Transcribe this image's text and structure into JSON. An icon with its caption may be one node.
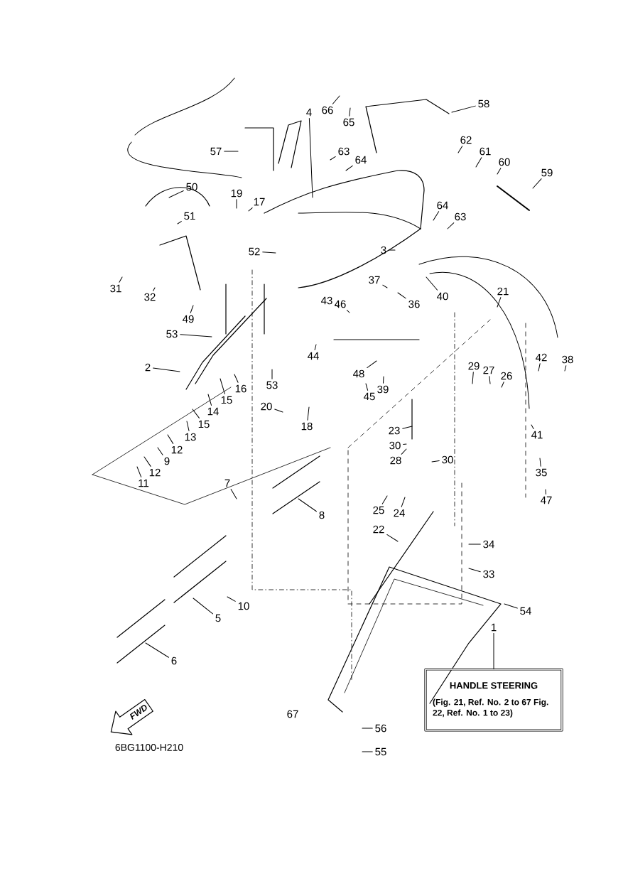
{
  "diagram": {
    "nodes": [
      {
        "text": [
          "HANDLE STEERING",
          "(Fig. 21, Ref. No. 2 to 67 Fig. 22, Ref. No. 1 to 23)"
        ]
      },
      {
        "text": [
          "1"
        ]
      },
      {
        "text": [
          "2"
        ]
      },
      {
        "text": [
          "3"
        ]
      },
      {
        "text": [
          "4"
        ]
      },
      {
        "text": [
          "5"
        ]
      },
      {
        "text": [
          "6"
        ]
      },
      {
        "text": [
          "7"
        ]
      },
      {
        "text": [
          "8"
        ]
      },
      {
        "text": [
          "9"
        ]
      },
      {
        "text": [
          "10"
        ]
      },
      {
        "text": [
          "11"
        ]
      },
      {
        "text": [
          "12"
        ]
      },
      {
        "text": [
          "12"
        ]
      },
      {
        "text": [
          "13"
        ]
      },
      {
        "text": [
          "14"
        ]
      },
      {
        "text": [
          "15"
        ]
      },
      {
        "text": [
          "15"
        ]
      },
      {
        "text": [
          "16"
        ]
      },
      {
        "text": [
          "17"
        ]
      },
      {
        "text": [
          "18"
        ]
      },
      {
        "text": [
          "19"
        ]
      },
      {
        "text": [
          "20"
        ]
      },
      {
        "text": [
          "21"
        ]
      },
      {
        "text": [
          "22"
        ]
      },
      {
        "text": [
          "23"
        ]
      },
      {
        "text": [
          "24"
        ]
      },
      {
        "text": [
          "25"
        ]
      },
      {
        "text": [
          "26"
        ]
      },
      {
        "text": [
          "27"
        ]
      },
      {
        "text": [
          "28"
        ]
      },
      {
        "text": [
          "29"
        ]
      },
      {
        "text": [
          "30"
        ]
      },
      {
        "text": [
          "30"
        ]
      },
      {
        "text": [
          "31"
        ]
      },
      {
        "text": [
          "32"
        ]
      },
      {
        "text": [
          "33"
        ]
      },
      {
        "text": [
          "34"
        ]
      },
      {
        "text": [
          "35"
        ]
      },
      {
        "text": [
          "36"
        ]
      },
      {
        "text": [
          "37"
        ]
      },
      {
        "text": [
          "38"
        ]
      },
      {
        "text": [
          "39"
        ]
      },
      {
        "text": [
          "40"
        ]
      },
      {
        "text": [
          "41"
        ]
      },
      {
        "text": [
          "42"
        ]
      },
      {
        "text": [
          "43"
        ]
      },
      {
        "text": [
          "44"
        ]
      },
      {
        "text": [
          "45"
        ]
      },
      {
        "text": [
          "46"
        ]
      },
      {
        "text": [
          "47"
        ]
      },
      {
        "text": [
          "48"
        ]
      },
      {
        "text": [
          "49"
        ]
      },
      {
        "text": [
          "50"
        ]
      },
      {
        "text": [
          "51"
        ]
      },
      {
        "text": [
          "52"
        ]
      },
      {
        "text": [
          "53"
        ]
      },
      {
        "text": [
          "53"
        ]
      },
      {
        "text": [
          "54"
        ]
      },
      {
        "text": [
          "55"
        ]
      },
      {
        "text": [
          "56"
        ]
      },
      {
        "text": [
          "57"
        ]
      },
      {
        "text": [
          "58"
        ]
      },
      {
        "text": [
          "59"
        ]
      },
      {
        "text": [
          "60"
        ]
      },
      {
        "text": [
          "61"
        ]
      },
      {
        "text": [
          "62"
        ]
      },
      {
        "text": [
          "63"
        ]
      },
      {
        "text": [
          "63"
        ]
      },
      {
        "text": [
          "64"
        ]
      },
      {
        "text": [
          "64"
        ]
      },
      {
        "text": [
          "65"
        ]
      },
      {
        "text": [
          "66"
        ]
      },
      {
        "text": [
          "67"
        ]
      }
    ],
    "edges": [
      {
        "from": 1,
        "to": 0,
        "arrow": "none"
      },
      {
        "from": 2,
        "to": null,
        "arrow": "none"
      },
      {
        "from": 3,
        "to": null,
        "arrow": "none"
      },
      {
        "from": 4,
        "to": null,
        "arrow": "none"
      },
      {
        "from": 5,
        "to": null,
        "arrow": "none"
      },
      {
        "from": 6,
        "to": null,
        "arrow": "none"
      },
      {
        "from": 7,
        "to": null,
        "arrow": "none"
      },
      {
        "from": 8,
        "to": null,
        "arrow": "none"
      },
      {
        "from": 9,
        "to": null,
        "arrow": "none"
      },
      {
        "from": 10,
        "to": null,
        "arrow": "none"
      },
      {
        "from": 11,
        "to": null,
        "arrow": "none"
      },
      {
        "from": 12,
        "to": null,
        "arrow": "none"
      },
      {
        "from": 13,
        "to": null,
        "arrow": "none"
      },
      {
        "from": 14,
        "to": null,
        "arrow": "none"
      },
      {
        "from": 15,
        "to": null,
        "arrow": "none"
      },
      {
        "from": 16,
        "to": null,
        "arrow": "none"
      },
      {
        "from": 17,
        "to": null,
        "arrow": "none"
      },
      {
        "from": 18,
        "to": null,
        "arrow": "none"
      },
      {
        "from": 19,
        "to": null,
        "arrow": "none"
      },
      {
        "from": 20,
        "to": null,
        "arrow": "none"
      },
      {
        "from": 21,
        "to": null,
        "arrow": "none"
      },
      {
        "from": 22,
        "to": null,
        "arrow": "none"
      },
      {
        "from": 23,
        "to": null,
        "arrow": "none"
      },
      {
        "from": 24,
        "to": null,
        "arrow": "none"
      },
      {
        "from": 25,
        "to": null,
        "arrow": "none"
      },
      {
        "from": 26,
        "to": null,
        "arrow": "none"
      },
      {
        "from": 27,
        "to": null,
        "arrow": "none"
      },
      {
        "from": 28,
        "to": null,
        "arrow": "none"
      },
      {
        "from": 29,
        "to": null,
        "arrow": "none"
      },
      {
        "from": 30,
        "to": null,
        "arrow": "none"
      },
      {
        "from": 31,
        "to": null,
        "arrow": "none"
      },
      {
        "from": 32,
        "to": null,
        "arrow": "none"
      },
      {
        "from": 33,
        "to": null,
        "arrow": "none"
      },
      {
        "from": 34,
        "to": null,
        "arrow": "none"
      },
      {
        "from": 35,
        "to": null,
        "arrow": "none"
      },
      {
        "from": 36,
        "to": null,
        "arrow": "none"
      },
      {
        "from": 37,
        "to": null,
        "arrow": "none"
      },
      {
        "from": 38,
        "to": null,
        "arrow": "none"
      },
      {
        "from": 39,
        "to": null,
        "arrow": "none"
      },
      {
        "from": 40,
        "to": null,
        "arrow": "none"
      },
      {
        "from": 41,
        "to": null,
        "arrow": "none"
      },
      {
        "from": 42,
        "to": null,
        "arrow": "none"
      },
      {
        "from": 43,
        "to": null,
        "arrow": "none"
      },
      {
        "from": 44,
        "to": null,
        "arrow": "none"
      },
      {
        "from": 45,
        "to": null,
        "arrow": "none"
      },
      {
        "from": 46,
        "to": null,
        "arrow": "none"
      },
      {
        "from": 47,
        "to": null,
        "arrow": "none"
      },
      {
        "from": 48,
        "to": null,
        "arrow": "none"
      },
      {
        "from": 49,
        "to": null,
        "arrow": "none"
      },
      {
        "from": 50,
        "to": null,
        "arrow": "none"
      },
      {
        "from": 51,
        "to": null,
        "arrow": "none"
      },
      {
        "from": 52,
        "to": null,
        "arrow": "none"
      },
      {
        "from": 53,
        "to": null,
        "arrow": "none"
      },
      {
        "from": 54,
        "to": null,
        "arrow": "none"
      },
      {
        "from": 55,
        "to": null,
        "arrow": "none"
      },
      {
        "from": 56,
        "to": null,
        "arrow": "none"
      },
      {
        "from": 57,
        "to": null,
        "arrow": "none"
      },
      {
        "from": 58,
        "to": null,
        "arrow": "none"
      },
      {
        "from": 59,
        "to": null,
        "arrow": "none"
      },
      {
        "from": 60,
        "to": null,
        "arrow": "none"
      },
      {
        "from": 61,
        "to": null,
        "arrow": "none"
      },
      {
        "from": 62,
        "to": null,
        "arrow": "none"
      },
      {
        "from": 63,
        "to": null,
        "arrow": "none"
      },
      {
        "from": 64,
        "to": null,
        "arrow": "none"
      },
      {
        "from": 65,
        "to": null,
        "arrow": "none"
      },
      {
        "from": 66,
        "to": null,
        "arrow": "none"
      },
      {
        "from": 67,
        "to": null,
        "arrow": "none"
      },
      {
        "from": 68,
        "to": null,
        "arrow": "none"
      },
      {
        "from": 69,
        "to": null,
        "arrow": "none"
      },
      {
        "from": 70,
        "to": null,
        "arrow": "none"
      },
      {
        "from": 71,
        "to": null,
        "arrow": "none"
      },
      {
        "from": 72,
        "to": null,
        "arrow": "none"
      }
    ],
    "labels": [
      "FWD",
      "6BG1100-H210"
    ]
  }
}
